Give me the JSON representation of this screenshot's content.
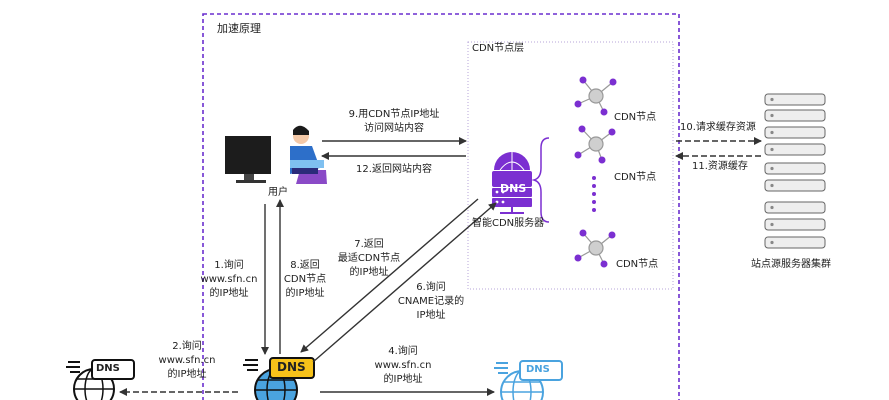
{
  "frame": {
    "title": "加速原理"
  },
  "cdn_layer": {
    "title": "CDN节点层",
    "server_label": "智能CDN服务器",
    "dns_badge": "DNS"
  },
  "nodes": [
    {
      "label": "CDN节点"
    },
    {
      "label": "CDN节点"
    },
    {
      "label": "CDN节点"
    }
  ],
  "user": {
    "label": "用户"
  },
  "origin": {
    "label": "站点源服务器集群"
  },
  "dns_servers": [
    {
      "badge": "DNS"
    },
    {
      "badge": "DNS"
    },
    {
      "badge": "DNS"
    }
  ],
  "steps": {
    "s1": [
      "1.询问",
      "www.sfn.cn",
      "的IP地址"
    ],
    "s2": [
      "2.询问",
      "www.sfn.cn",
      "的IP地址"
    ],
    "s4": [
      "4.询问",
      "www.sfn.cn",
      "的IP地址"
    ],
    "s6": [
      "6.询问",
      "CNAME记录的",
      "IP地址"
    ],
    "s7": [
      "7.返回",
      "最适CDN节点",
      "的IP地址"
    ],
    "s8": [
      "8.返回",
      "CDN节点",
      "的IP地址"
    ],
    "s9": [
      "9.用CDN节点IP地址",
      "访问网站内容"
    ],
    "s10": "10.请求缓存资源",
    "s11": "11.资源缓存",
    "s12": "12.返回网站内容"
  },
  "colors": {
    "purple": "#7b2fd1",
    "line": "#333333",
    "lightpurple": "#c9a8ef",
    "blue": "#4aa3df"
  }
}
